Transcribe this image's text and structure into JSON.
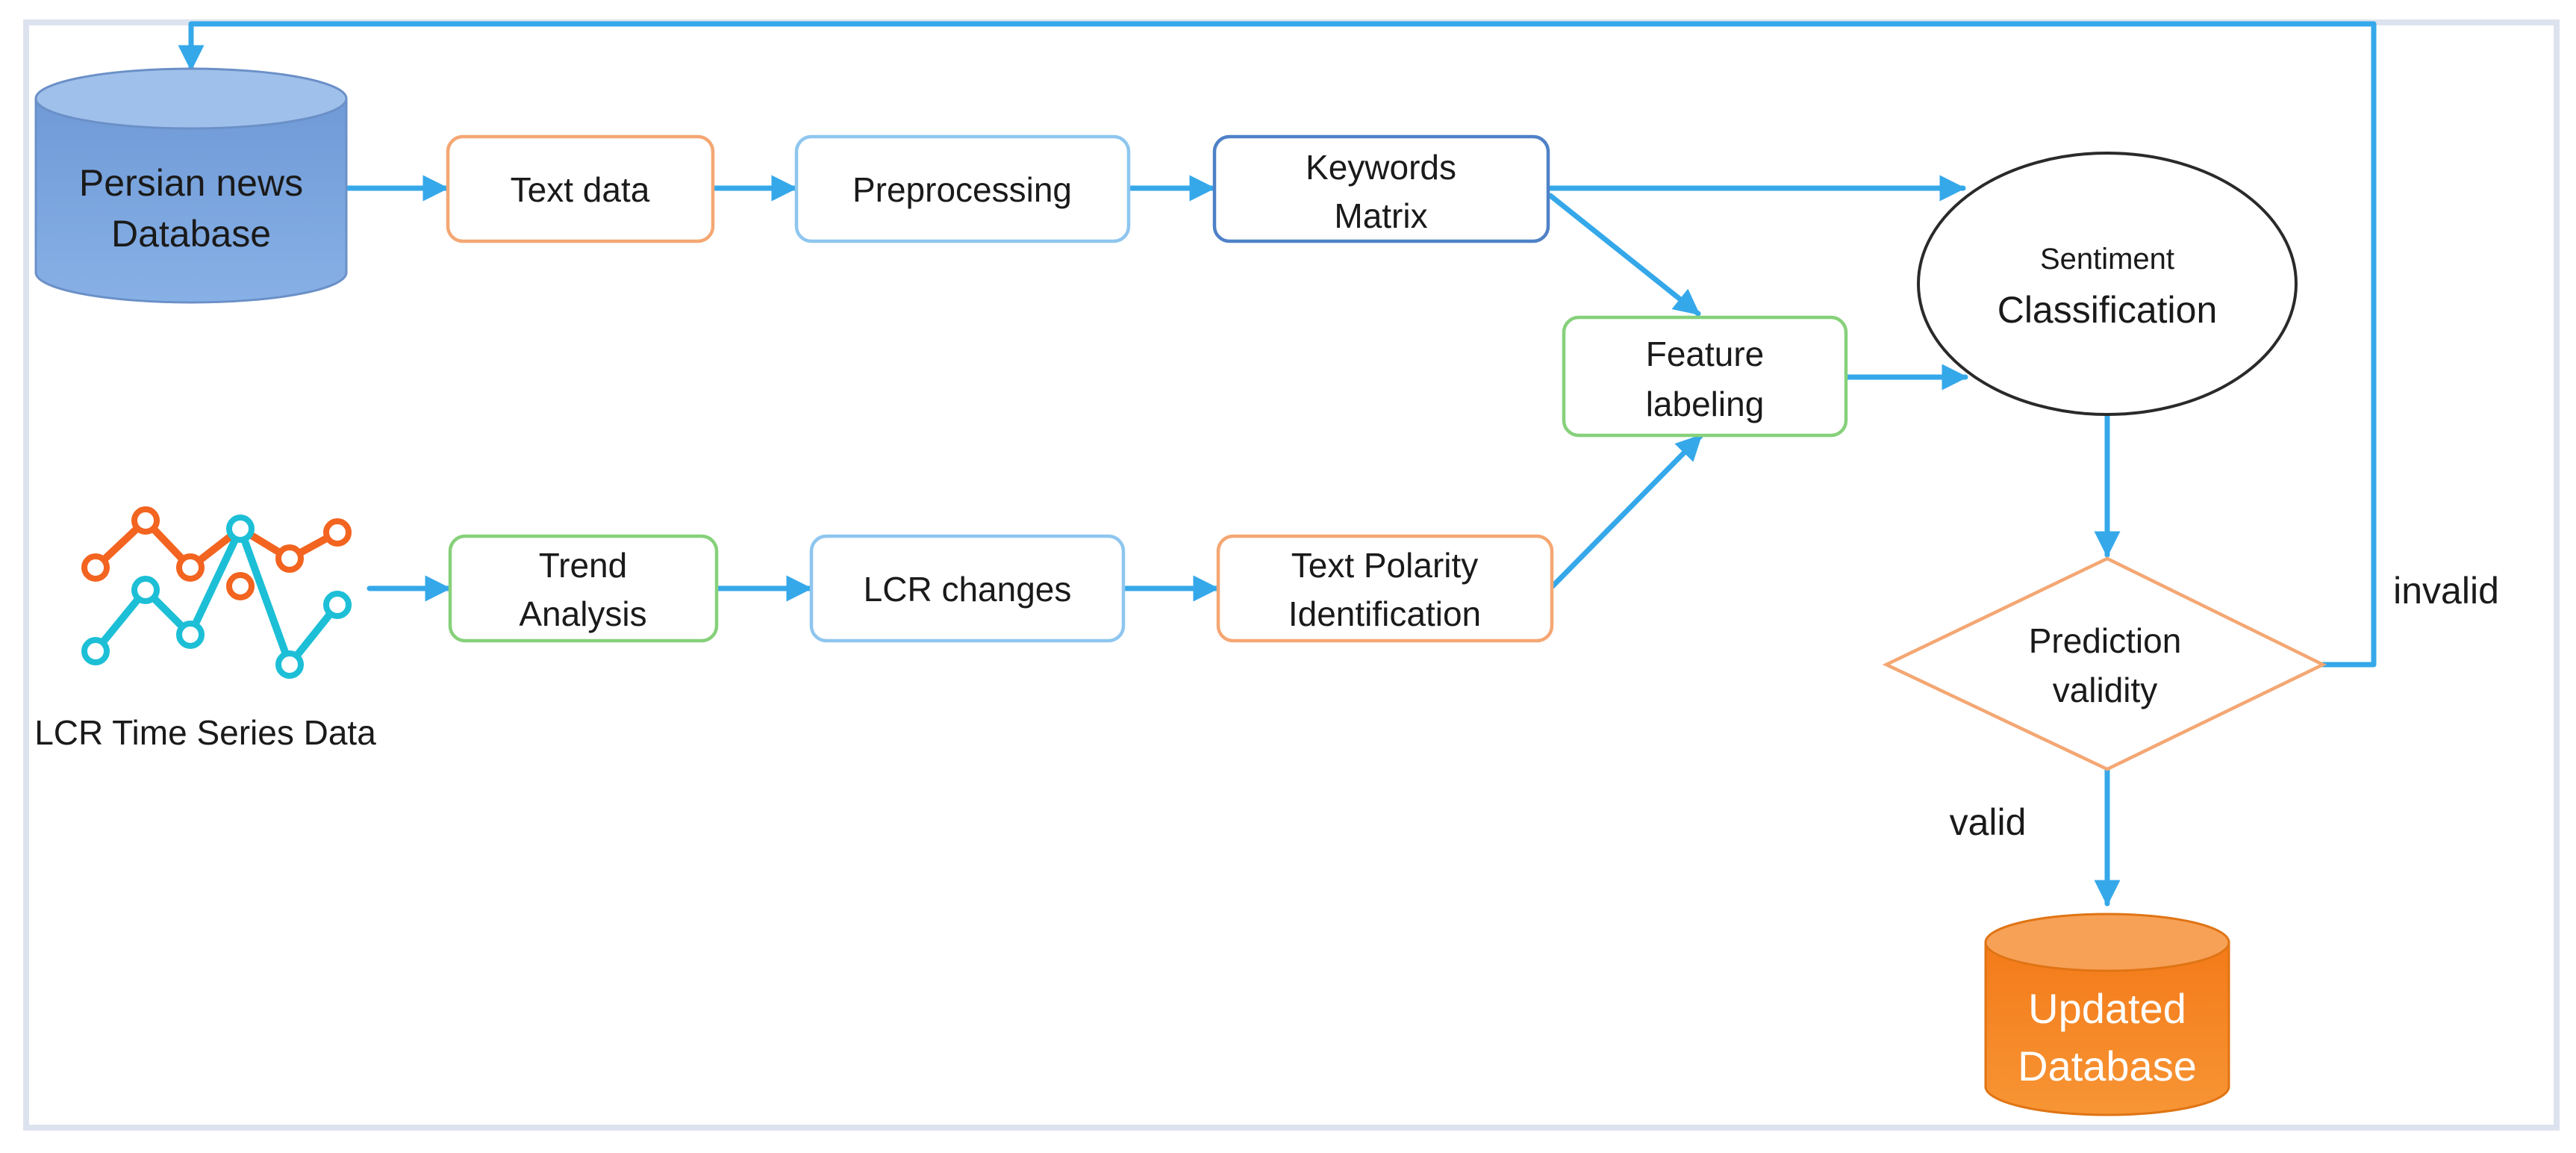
{
  "diagram": {
    "persian_db": {
      "line1": "Persian news",
      "line2": "Database"
    },
    "text_data": {
      "label": "Text data"
    },
    "preprocessing": {
      "label": "Preprocessing"
    },
    "keywords_matrix": {
      "line1": "Keywords",
      "line2": "Matrix"
    },
    "feature_labeling": {
      "line1": "Feature",
      "line2": "labeling"
    },
    "sentiment": {
      "line1": "Sentiment",
      "line2": "Classification"
    },
    "trend_analysis": {
      "line1": "Trend",
      "line2": "Analysis"
    },
    "lcr_changes": {
      "label": "LCR changes"
    },
    "text_polarity": {
      "line1": "Text Polarity",
      "line2": "Identification"
    },
    "lcr_series": {
      "label": "LCR Time Series Data"
    },
    "prediction_validity": {
      "line1": "Prediction",
      "line2": "validity"
    },
    "updated_db": {
      "line1": "Updated",
      "line2": "Database"
    },
    "edge_labels": {
      "valid": "valid",
      "invalid": "invalid"
    }
  },
  "colors": {
    "edge": "#35a8ea",
    "db_blue": "#7fa8dc",
    "db_orange": "#f58422",
    "series_orange": "#f2641f",
    "series_teal": "#1cbfd6"
  }
}
